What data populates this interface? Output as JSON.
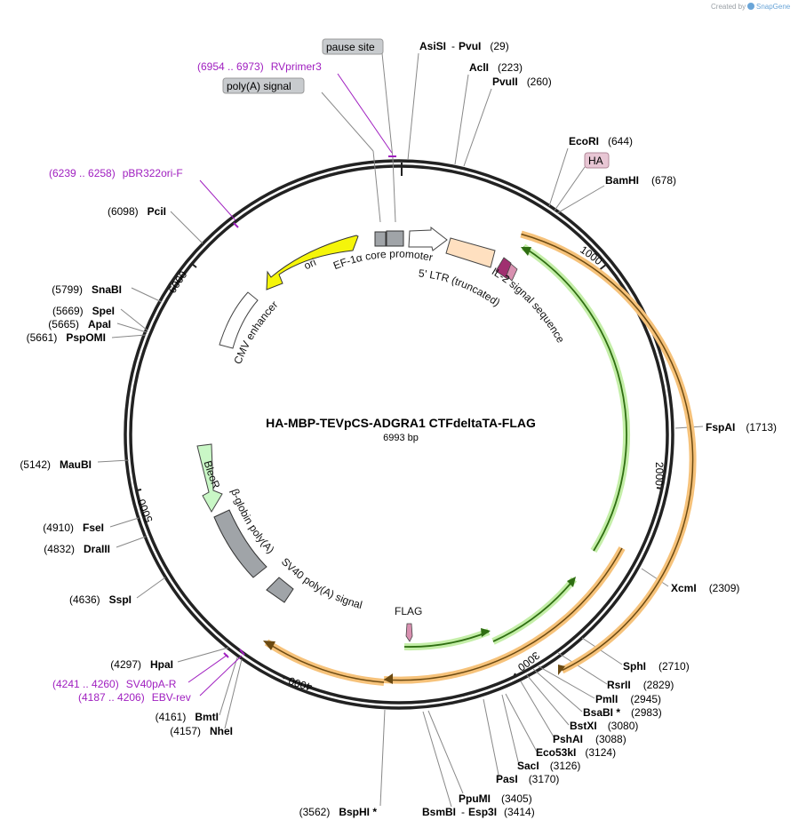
{
  "credit": {
    "created_by": "Created by",
    "brand": "SnapGene"
  },
  "map": {
    "title": "HA-MBP-TEVpCS-ADGRA1 CTFdeltaTA-FLAG",
    "length": "6993 bp",
    "colors": {
      "backbone": "#222222",
      "primer": "#a020c0",
      "orf_outline": "#e8a23a",
      "green": "#2f8a1e",
      "ori": "#f5f50a",
      "gray": "#a0a4a8",
      "ltr": "#ffe0c0",
      "signal": "#a03070"
    }
  },
  "ticks": [
    "1000",
    "2000",
    "3000",
    "4000",
    "5000",
    "6000"
  ],
  "sites": [
    {
      "name": "AsiSI",
      "name2": "PvuI",
      "sep": "-",
      "pos": "(29)"
    },
    {
      "name": "AclI",
      "pos": "(223)"
    },
    {
      "name": "PvuII",
      "pos": "(260)"
    },
    {
      "name": "EcoRI",
      "pos": "(644)"
    },
    {
      "name": "BamHI",
      "pos": "(678)"
    },
    {
      "name": "FspAI",
      "pos": "(1713)"
    },
    {
      "name": "XcmI",
      "pos": "(2309)"
    },
    {
      "name": "SphI",
      "pos": "(2710)"
    },
    {
      "name": "RsrII",
      "pos": "(2829)"
    },
    {
      "name": "PmlI",
      "pos": "(2945)"
    },
    {
      "name": "BsaBI *",
      "pos": "(2983)"
    },
    {
      "name": "BstXI",
      "pos": "(3080)"
    },
    {
      "name": "PshAI",
      "pos": "(3088)"
    },
    {
      "name": "Eco53kI",
      "pos": "(3124)"
    },
    {
      "name": "SacI",
      "pos": "(3126)"
    },
    {
      "name": "PasI",
      "pos": "(3170)"
    },
    {
      "name": "PpuMI",
      "pos": "(3405)"
    },
    {
      "name": "BsmBI",
      "name2": "Esp3I",
      "sep": "-",
      "pos": "(3414)"
    },
    {
      "name": "BspHI *",
      "pos": "(3562)"
    },
    {
      "name": "NheI",
      "pos": "(4157)"
    },
    {
      "name": "BmtI",
      "pos": "(4161)"
    },
    {
      "name": "HpaI",
      "pos": "(4297)"
    },
    {
      "name": "SspI",
      "pos": "(4636)"
    },
    {
      "name": "DraIII",
      "pos": "(4832)"
    },
    {
      "name": "FseI",
      "pos": "(4910)"
    },
    {
      "name": "MauBI",
      "pos": "(5142)"
    },
    {
      "name": "PspOMI",
      "pos": "(5661)"
    },
    {
      "name": "ApaI",
      "pos": "(5665)"
    },
    {
      "name": "SpeI",
      "pos": "(5669)"
    },
    {
      "name": "SnaBI",
      "pos": "(5799)"
    },
    {
      "name": "PciI",
      "pos": "(6098)"
    }
  ],
  "primers": [
    {
      "range": "(6954 .. 6973)",
      "name": "RVprimer3"
    },
    {
      "range": "(6239 .. 6258)",
      "name": "pBR322ori-F"
    },
    {
      "range": "(4241 .. 4260)",
      "name": "SV40pA-R"
    },
    {
      "range": "(4187 .. 4206)",
      "name": "EBV-rev"
    }
  ],
  "pills": {
    "pause_site": "pause site",
    "polya_signal": "poly(A) signal",
    "ha": "HA"
  },
  "features": {
    "ef1a": "EF-1α core promoter",
    "ltr": "5' LTR (truncated)",
    "il2": "IL-2 signal sequence",
    "ori": "ori",
    "cmv": "CMV enhancer",
    "bleor": "BleoR",
    "bglobin": "β-globin poly(A)",
    "sv40": "SV40 poly(A) signal",
    "flag": "FLAG"
  }
}
